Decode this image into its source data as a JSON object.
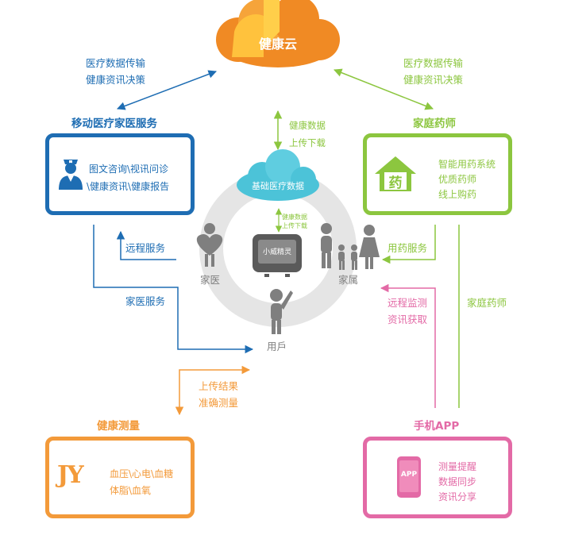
{
  "colors": {
    "blue": "#1e6db3",
    "green": "#8cc63f",
    "orange": "#f39a3a",
    "pink": "#e36aa6",
    "gray": "#7f7f7f",
    "cloud_teal": "#4cc3d8",
    "cloud_orange": "#f08a24"
  },
  "cloud": {
    "label": "健康云"
  },
  "left_arrow_text": {
    "line1": "医疗数据传输",
    "line2": "健康资讯决策"
  },
  "right_arrow_text": {
    "line1": "医疗数据传输",
    "line2": "健康资讯决策"
  },
  "center_arrow_text": {
    "line1": "健康数据",
    "line2": "上传下载"
  },
  "mobile_doctor": {
    "title": "移动医疗家医服务",
    "line1": "图文咨询\\视讯问诊",
    "line2": "\\健康资讯\\健康报告",
    "icon": "doctor-icon"
  },
  "family_pharmacist": {
    "title": "家庭药师",
    "icon_char": "药",
    "line1": "智能用药系统",
    "line2": "优质药师",
    "line3": "线上购药"
  },
  "center": {
    "cloud_label": "基础医疗数据",
    "small_arrow_line1": "健康数据",
    "small_arrow_line2": "上传下载",
    "device_label": "小威精灵",
    "family_doctor_label": "家医",
    "family_label": "家属",
    "user_label": "用戶"
  },
  "flows": {
    "remote_service": "远程服务",
    "family_doctor_service": "家医服务",
    "medication_service": "用药服务",
    "remote_monitor_line1": "远程监测",
    "remote_monitor_line2": "资讯获取",
    "family_pharmacist_vertical": "家庭药师",
    "upload_line1": "上传结果",
    "upload_line2": "准确测量"
  },
  "health_measure": {
    "title": "健康测量",
    "icon_char": "JY",
    "line1": "血压\\心电\\血糖",
    "line2": "体脂\\血氧"
  },
  "mobile_app": {
    "title": "手机APP",
    "icon_label": "APP",
    "line1": "测量提醒",
    "line2": "数据同步",
    "line3": "资讯分享"
  }
}
